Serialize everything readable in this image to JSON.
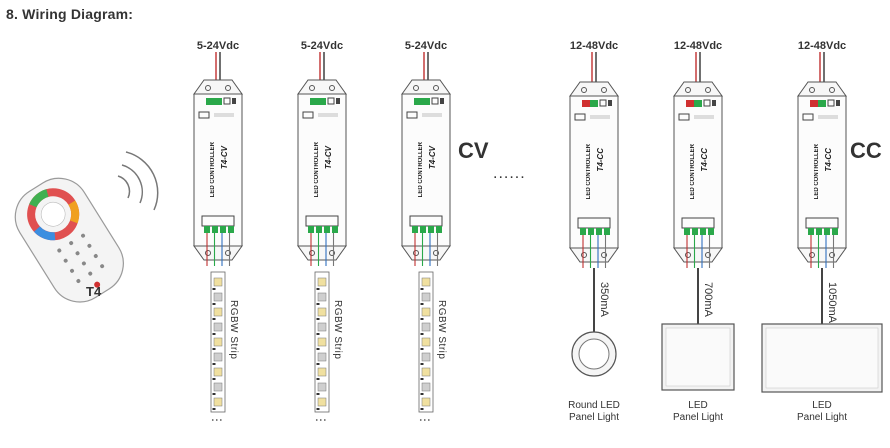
{
  "title": "8. Wiring Diagram:",
  "remote": {
    "label": "T4"
  },
  "cv_label": "CV",
  "cc_label": "CC",
  "ellipsis": "......",
  "cv_units": [
    {
      "voltage": "5-24Vdc",
      "ctrl_text": "LED CONTROLLER",
      "model": "T4-CV",
      "load": "RGBW Strip"
    },
    {
      "voltage": "5-24Vdc",
      "ctrl_text": "LED CONTROLLER",
      "model": "T4-CV",
      "load": "RGBW Strip"
    },
    {
      "voltage": "5-24Vdc",
      "ctrl_text": "LED CONTROLLER",
      "model": "T4-CV",
      "load": "RGBW Strip"
    }
  ],
  "cc_units": [
    {
      "voltage": "12-48Vdc",
      "ctrl_text": "LED CONTROLLER",
      "model": "T4-CC",
      "current": "350mA",
      "load": "Round LED\nPanel Light"
    },
    {
      "voltage": "12-48Vdc",
      "ctrl_text": "LED CONTROLLER",
      "model": "T4-CC",
      "current": "700mA",
      "load": "LED\nPanel Light"
    },
    {
      "voltage": "12-48Vdc",
      "ctrl_text": "LED CONTROLLER",
      "model": "T4-CC",
      "current": "1050mA",
      "load": "LED\nPanel Light"
    }
  ],
  "strip_end": "⋮"
}
